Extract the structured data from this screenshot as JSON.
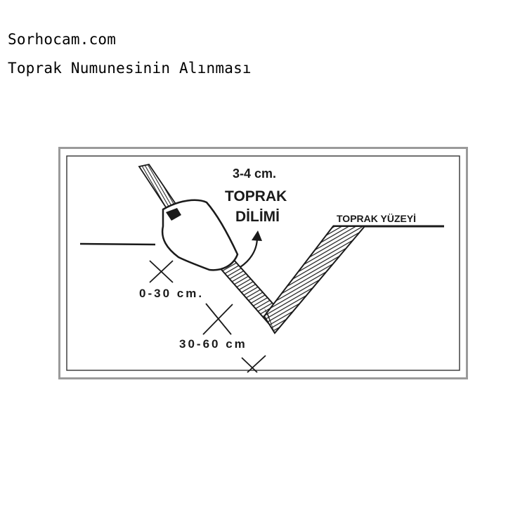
{
  "header": {
    "site_name": "Sorhocam.com",
    "title": "Toprak Numunesinin Alınması"
  },
  "figure": {
    "label_thickness": "3-4 cm.",
    "label_slice_1": "TOPRAK",
    "label_slice_2": "DİLİMİ",
    "label_surface": "TOPRAK YÜZEYİ",
    "label_depth_1": "0-30 cm.",
    "label_depth_2": "30-60 cm"
  }
}
